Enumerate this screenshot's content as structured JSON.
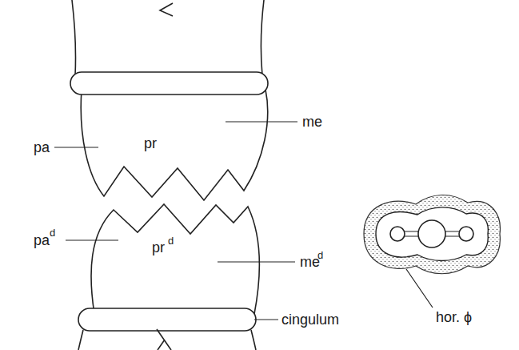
{
  "diagram": {
    "labels": [
      "pa",
      "pr",
      "me",
      "pa",
      "d",
      "pr",
      "d",
      "me",
      "d",
      "cingulum",
      "hor. ϕ"
    ]
  }
}
